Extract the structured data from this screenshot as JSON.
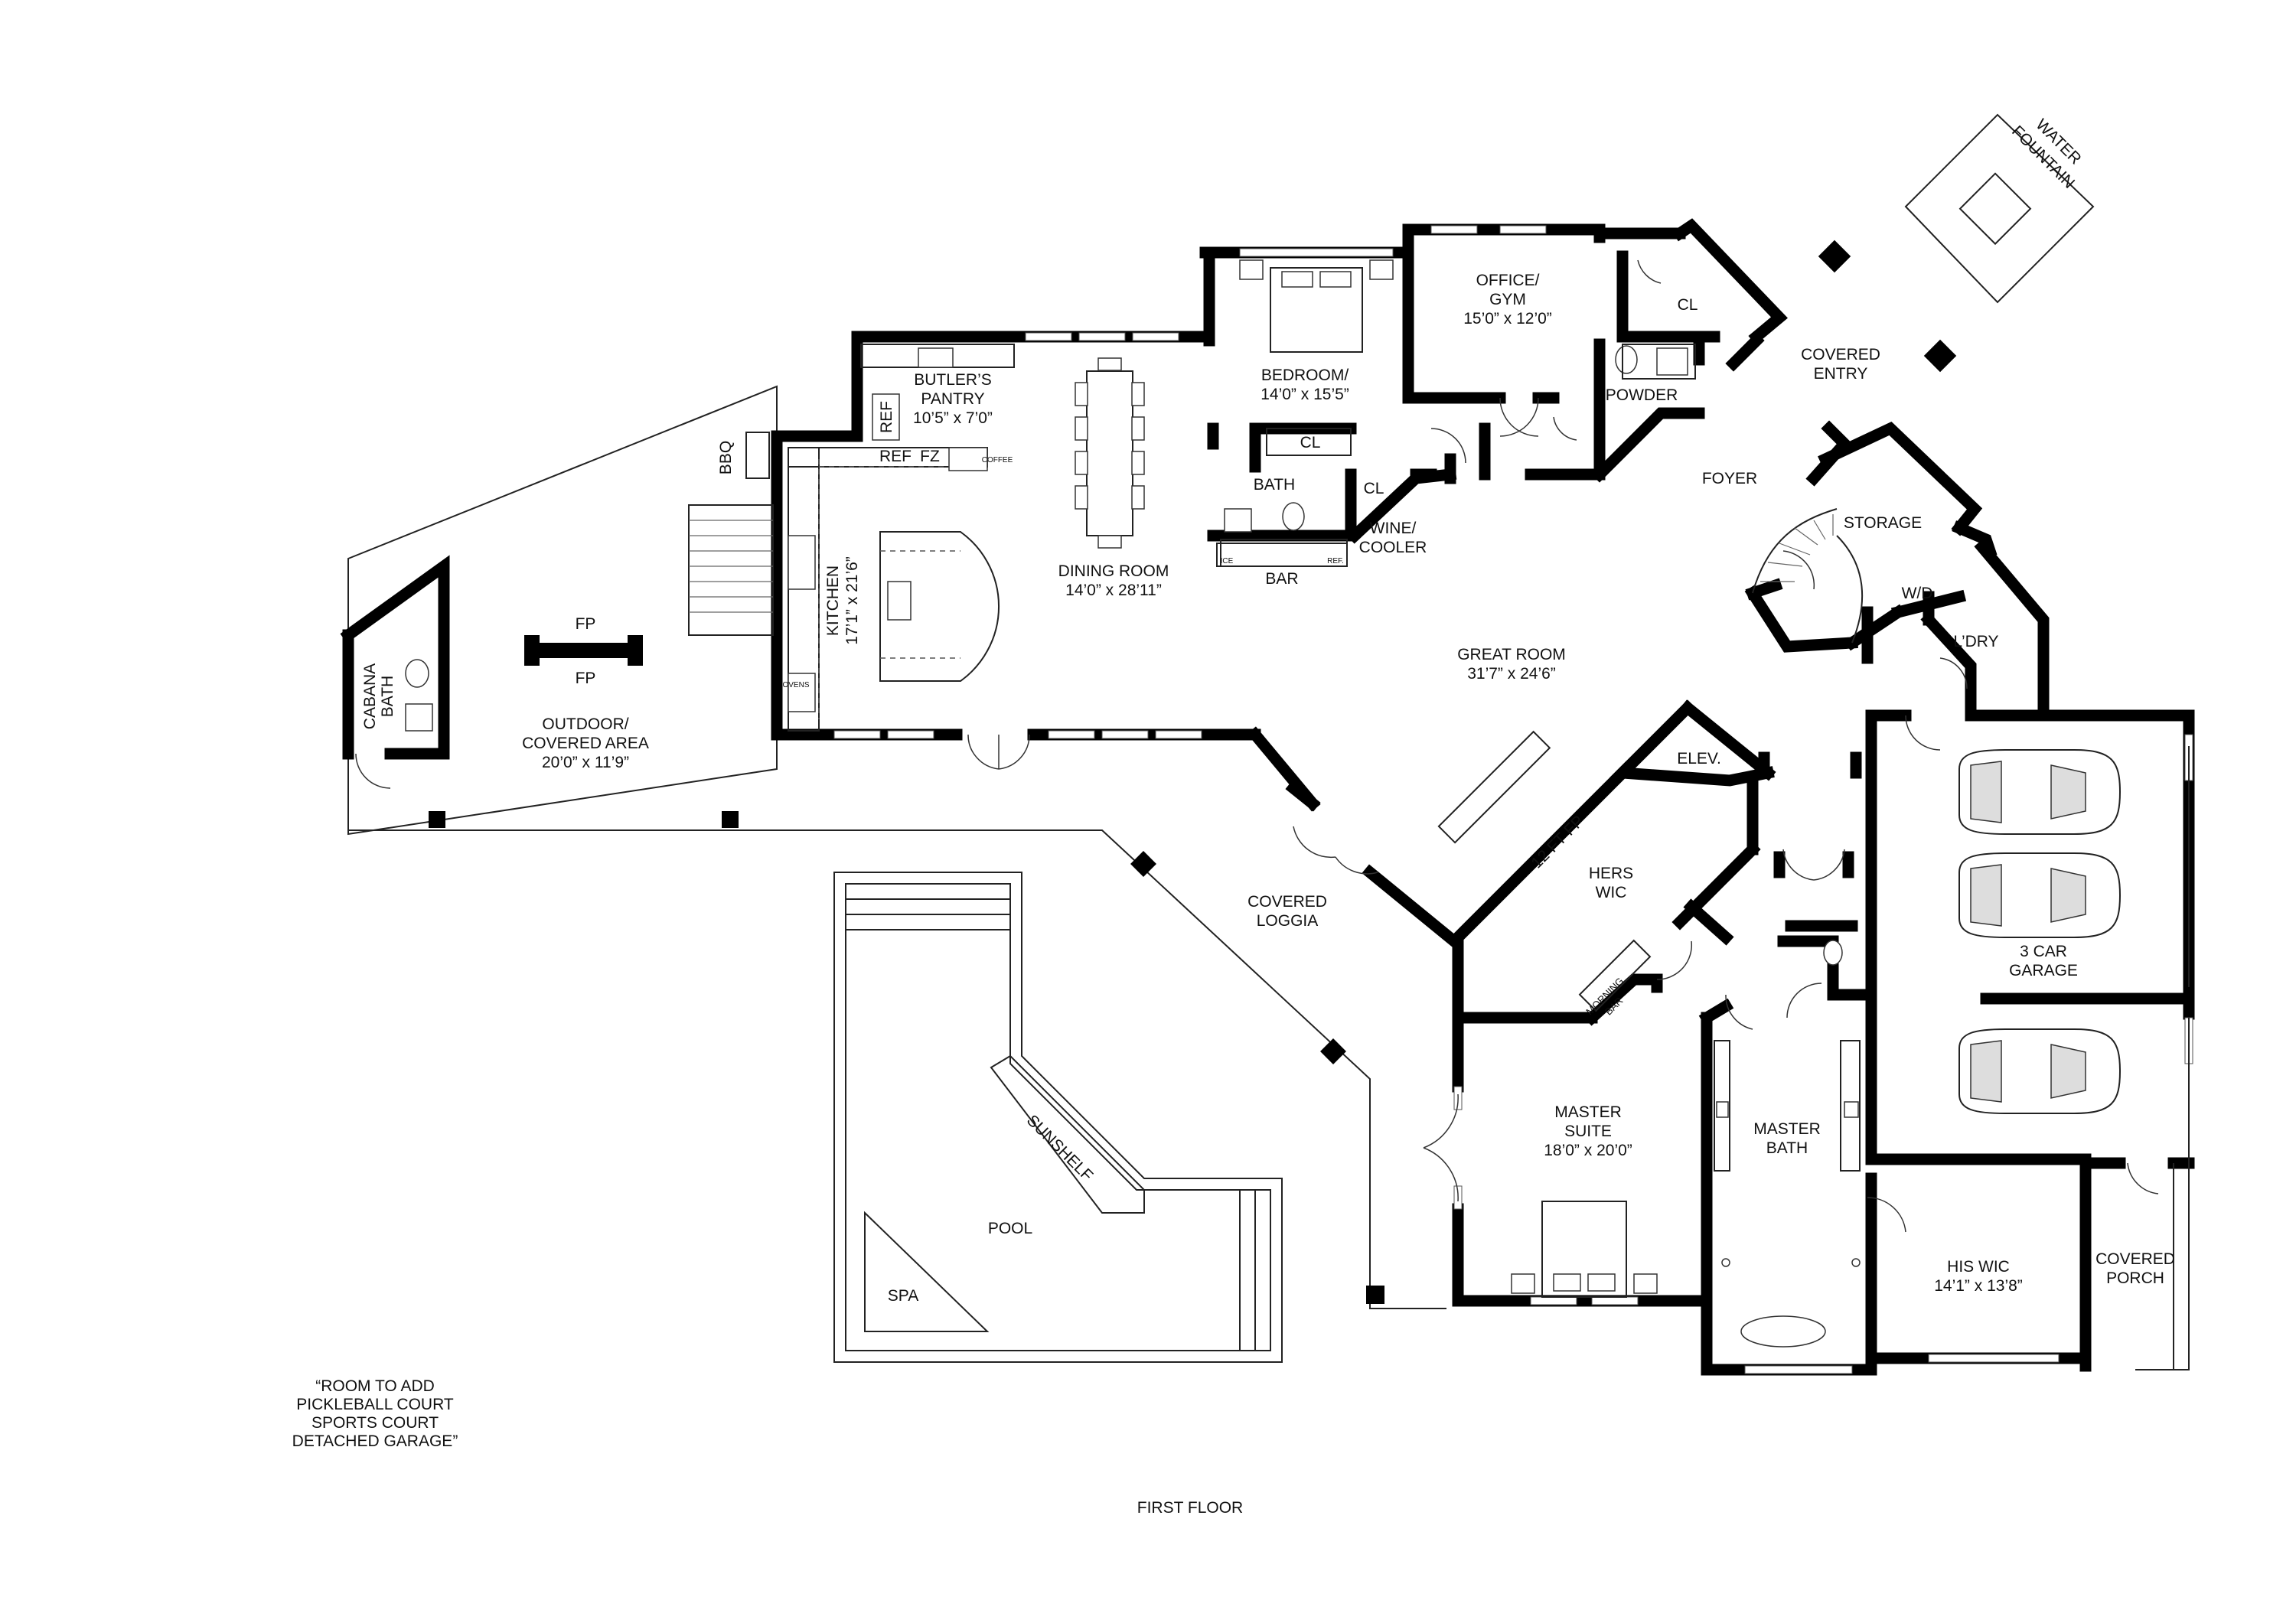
{
  "plan": {
    "floor_title": "FIRST FLOOR",
    "note": {
      "line1": "“ROOM TO ADD",
      "line2": "PICKLEBALL COURT",
      "line3": "SPORTS COURT",
      "line4": "DETACHED GARAGE”"
    },
    "rooms": {
      "water_fountain": {
        "line1": "WATER",
        "line2": "FOUNTAIN"
      },
      "office": {
        "line1": "OFFICE/",
        "line2": "GYM",
        "dims": "15’0” x 12’0”"
      },
      "cl_office": "CL",
      "covered_entry": {
        "line1": "COVERED",
        "line2": "ENTRY"
      },
      "powder": "POWDER",
      "foyer": "FOYER",
      "storage": "STORAGE",
      "wd": "W/D",
      "laundry": "L’DRY",
      "bedroom": {
        "line1": "BEDROOM/",
        "dims": "14’0” x 15’5”"
      },
      "cl_bedroom": "CL",
      "bath": "BATH",
      "cl_bath": "CL",
      "wine": {
        "line1": "WINE/",
        "line2": "COOLER"
      },
      "bar": "BAR",
      "bar_ice": "ICE",
      "bar_ref": "REF.",
      "butlers": {
        "line1": "BUTLER’S",
        "line2": "PANTRY",
        "dims": "10’5” x 7’0”"
      },
      "ref_pantry": "REF",
      "ref_kitchen": "REF",
      "fz": "FZ",
      "coffee": "COFFEE",
      "kitchen": {
        "line1": "KITCHEN",
        "dims": "17’1” x 21’6”"
      },
      "ovens": "OVENS",
      "dining": {
        "line1": "DINING ROOM",
        "dims": "14’0” x 28’11”"
      },
      "bbq": "BBQ",
      "fp_top": "FP",
      "fp_bottom": "FP",
      "cabana": {
        "line1": "CABANA",
        "line2": "BATH"
      },
      "outdoor": {
        "line1": "OUTDOOR/",
        "line2": "COVERED AREA",
        "dims": "20’0” x 11’9”"
      },
      "great_room": {
        "line1": "GREAT ROOM",
        "dims": "31’7” x 24’6”"
      },
      "elev": "ELEV.",
      "fp12": "12 FT FP",
      "hers_wic": {
        "line1": "HERS",
        "line2": "WIC"
      },
      "morning_bar": {
        "line1": "MORNING",
        "line2": "BAR"
      },
      "garage": {
        "line1": "3 CAR",
        "line2": "GARAGE"
      },
      "covered_loggia": {
        "line1": "COVERED",
        "line2": "LOGGIA"
      },
      "master_suite": {
        "line1": "MASTER",
        "line2": "SUITE",
        "dims": "18’0” x 20’0”"
      },
      "master_bath": {
        "line1": "MASTER",
        "line2": "BATH"
      },
      "his_wic": {
        "line1": "HIS WIC",
        "dims": "14’1” x 13’8”"
      },
      "covered_porch": {
        "line1": "COVERED",
        "line2": "PORCH"
      },
      "sunshelf": "SUNSHELF",
      "pool": "POOL",
      "spa": "SPA"
    }
  }
}
